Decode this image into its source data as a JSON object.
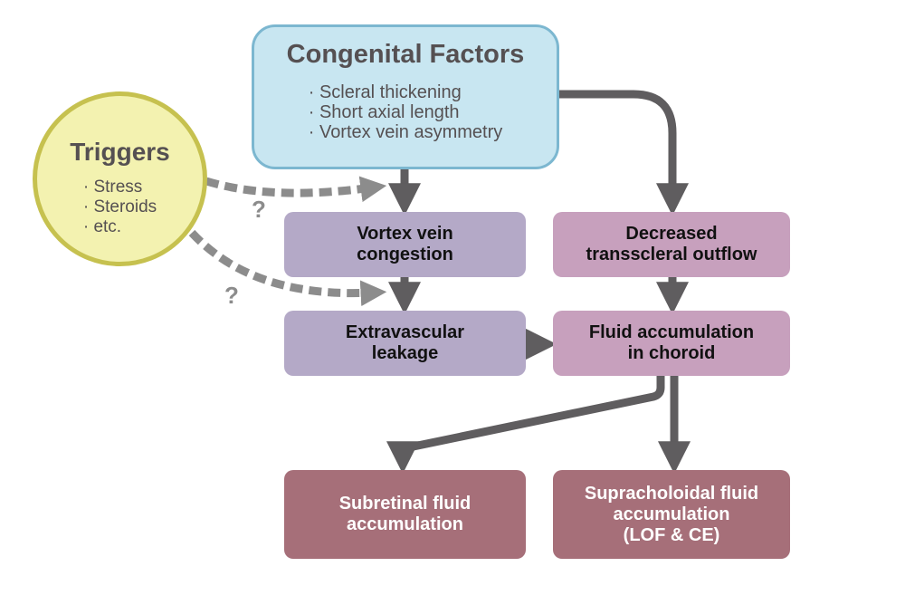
{
  "colors": {
    "arrow": "#5f5d5f",
    "dashed_arrow": "#8c8c8c",
    "congenital_fill": "#c8e6f1",
    "congenital_border": "#7cb7d0",
    "triggers_fill": "#f3f2b0",
    "triggers_border": "#c6c14f",
    "mechanism_fill": "#b4a9c7",
    "choroid_fill": "#c7a0bd",
    "outcome_fill": "#a66f79"
  },
  "congenital": {
    "title": "Congenital Factors",
    "items": [
      "· Scleral thickening",
      "· Short axial length",
      "· Vortex vein asymmetry"
    ]
  },
  "triggers": {
    "title": "Triggers",
    "items": [
      "· Stress",
      "· Steroids",
      "· etc."
    ]
  },
  "nodes": {
    "vortex": [
      "Vortex vein",
      "congestion"
    ],
    "leakage": [
      "Extravascular",
      "leakage"
    ],
    "outflow": [
      "Decreased",
      "transscleral outflow"
    ],
    "choroid": [
      "Fluid accumulation",
      "in choroid"
    ],
    "subretinal": [
      "Subretinal fluid",
      "accumulation"
    ],
    "suprachoroidal": [
      "Supracholoidal fluid",
      "accumulation",
      "(LOF & CE)"
    ]
  },
  "uncertain_marks": [
    "?",
    "?"
  ]
}
